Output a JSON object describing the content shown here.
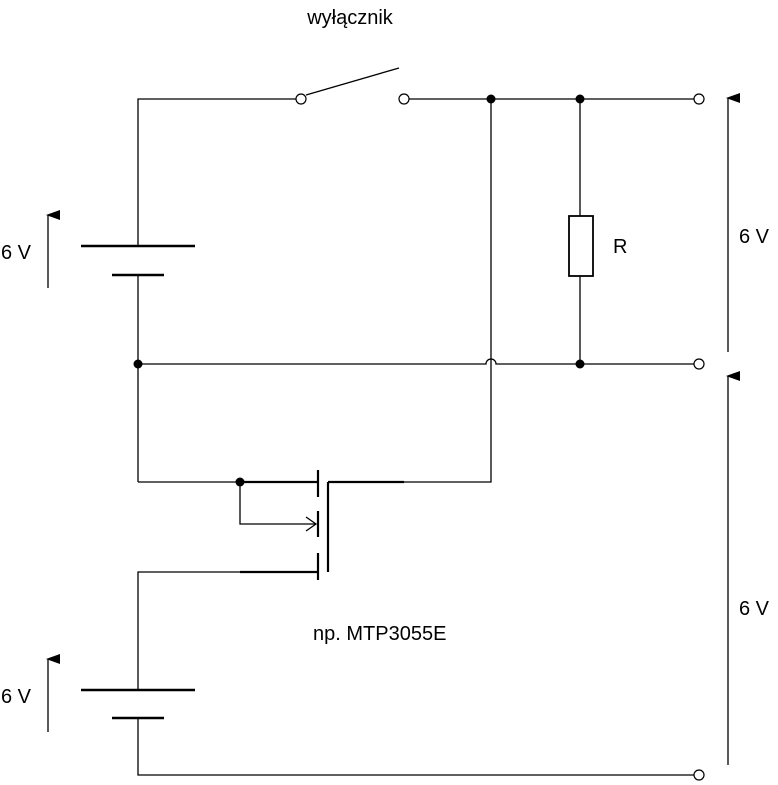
{
  "switch_label": "wyłącznik",
  "resistor_label": "R",
  "transistor_label": "np. MTP3055E",
  "battery_top_voltage": "6 V",
  "battery_bottom_voltage": "6 V",
  "output_top_voltage": "6 V",
  "output_bottom_voltage": "6 V"
}
